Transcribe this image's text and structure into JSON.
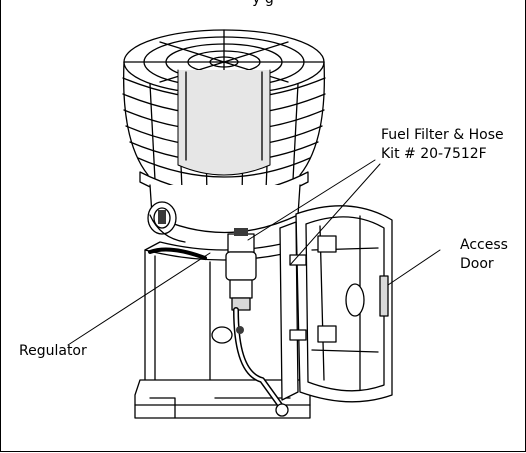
{
  "header_cut_text": "y                g",
  "labels": {
    "fuel_filter_line1": "Fuel Filter & Hose",
    "fuel_filter_line2": "Kit # 20-7512F",
    "access_line1": "Access",
    "access_line2": "Door",
    "regulator": "Regulator"
  },
  "colors": {
    "line": "#000000",
    "shade": "#d9d9d9",
    "dark": "#3a3a3a"
  }
}
